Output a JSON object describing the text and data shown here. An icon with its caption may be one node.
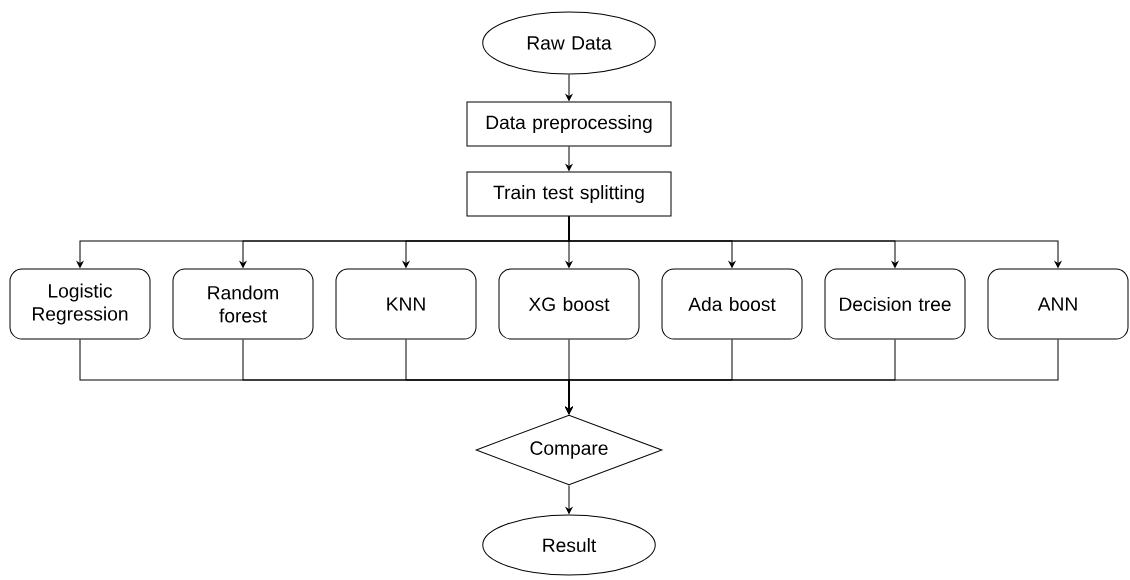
{
  "diagram": {
    "nodes": [
      {
        "text": [
          "Raw Data"
        ]
      },
      {
        "text": [
          "Data preprocessing"
        ]
      },
      {
        "text": [
          "Train test splitting"
        ]
      },
      {
        "text": [
          "Logistic Regression"
        ]
      },
      {
        "text": [
          "Random forest"
        ]
      },
      {
        "text": [
          "KNN"
        ]
      },
      {
        "text": [
          "XG boost"
        ]
      },
      {
        "text": [
          "Ada boost"
        ]
      },
      {
        "text": [
          "Decision tree"
        ]
      },
      {
        "text": [
          "ANN"
        ]
      },
      {
        "text": [
          "Compare"
        ]
      },
      {
        "text": [
          "Result"
        ]
      }
    ],
    "edges": [
      {
        "from": 0,
        "to": 1,
        "arrow": "to"
      },
      {
        "from": 1,
        "to": 2,
        "arrow": "to"
      },
      {
        "from": 2,
        "to": 3,
        "arrow": "to"
      },
      {
        "from": 2,
        "to": 4,
        "arrow": "to"
      },
      {
        "from": 2,
        "to": 5,
        "arrow": "to"
      },
      {
        "from": 2,
        "to": 6,
        "arrow": "to"
      },
      {
        "from": 2,
        "to": 7,
        "arrow": "to"
      },
      {
        "from": 2,
        "to": 8,
        "arrow": "to"
      },
      {
        "from": 2,
        "to": 9,
        "arrow": "to"
      },
      {
        "from": 3,
        "to": 10,
        "arrow": "to"
      },
      {
        "from": 4,
        "to": 10,
        "arrow": "to"
      },
      {
        "from": 5,
        "to": 10,
        "arrow": "to"
      },
      {
        "from": 6,
        "to": 10,
        "arrow": "to"
      },
      {
        "from": 7,
        "to": 10,
        "arrow": "to"
      },
      {
        "from": 8,
        "to": 10,
        "arrow": "to"
      },
      {
        "from": 9,
        "to": 10,
        "arrow": "to"
      },
      {
        "from": 10,
        "to": 11,
        "arrow": "to"
      }
    ]
  }
}
